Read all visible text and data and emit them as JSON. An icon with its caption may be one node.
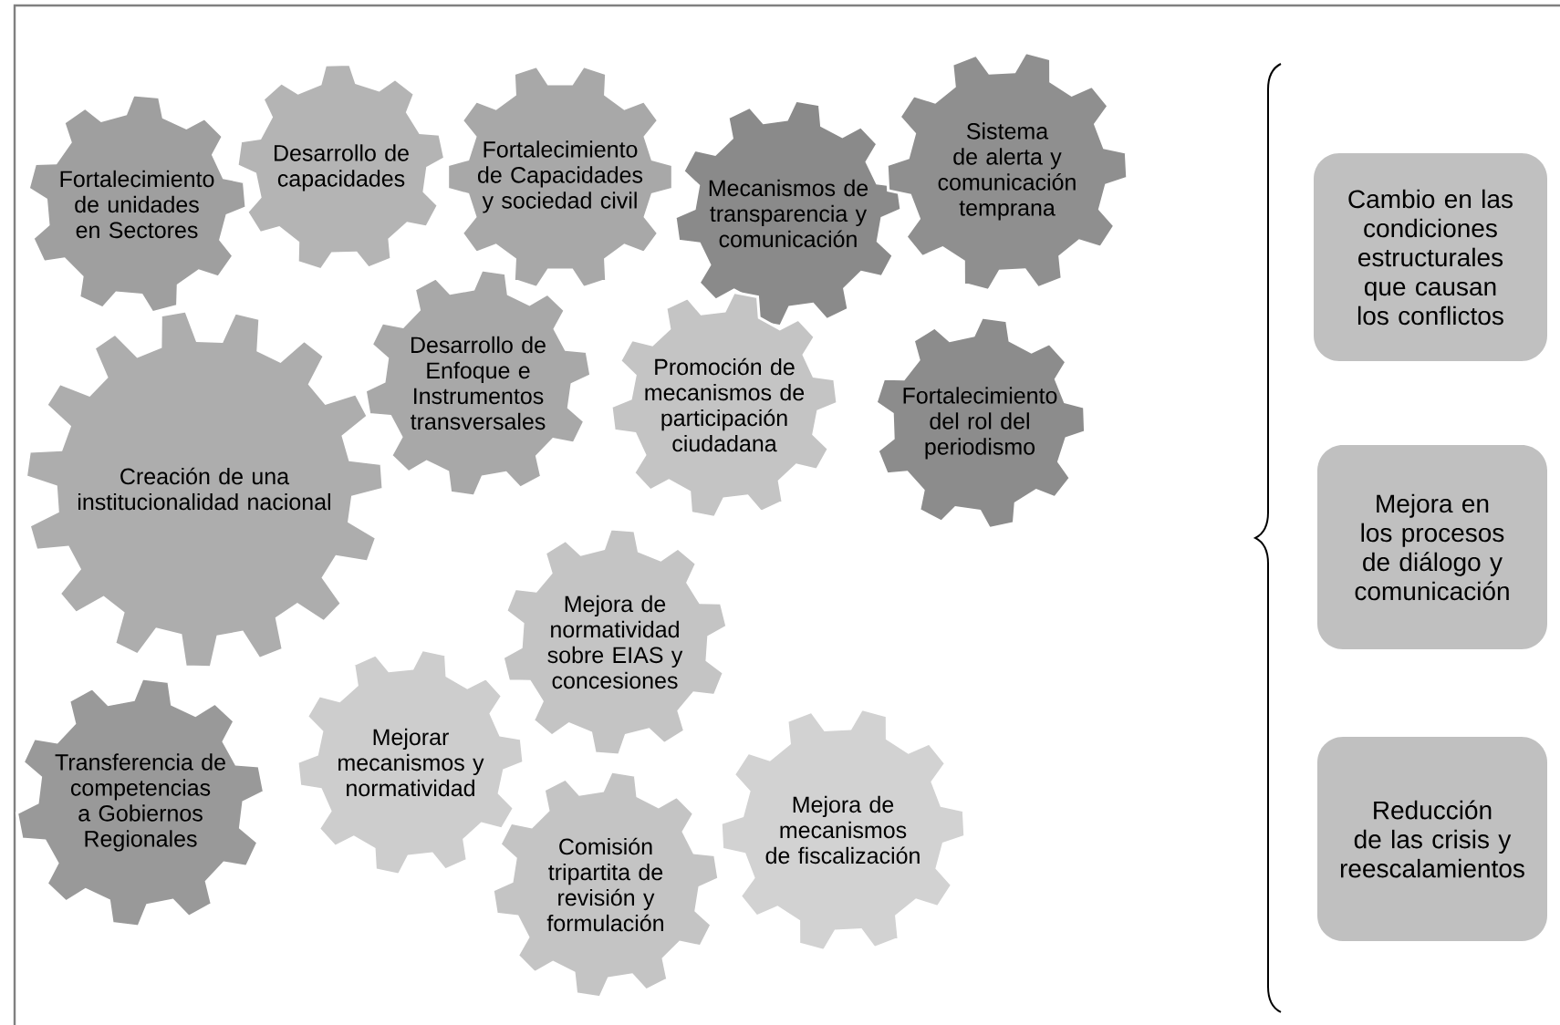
{
  "diagram": {
    "nodes": [
      {
        "text": [
          "Fortalecimiento de unidades en Sectores"
        ]
      },
      {
        "text": [
          "Desarrollo de capacidades"
        ]
      },
      {
        "text": [
          "Fortalecimiento de Capacidades y sociedad civil"
        ]
      },
      {
        "text": [
          "Mecanismos de transparencia y comunicación"
        ]
      },
      {
        "text": [
          "Sistema de alerta y comunicación temprana"
        ]
      },
      {
        "text": [
          "Desarrollo de Enfoque e Instrumentos transversales"
        ]
      },
      {
        "text": [
          "Creación de una institucionalidad nacional"
        ]
      },
      {
        "text": [
          "Promoción de mecanismos de participación ciudadana"
        ]
      },
      {
        "text": [
          "Fortalecimiento del rol del periodismo"
        ]
      },
      {
        "text": [
          "Mejora de normatividad sobre EIAS y concesiones"
        ]
      },
      {
        "text": [
          "Mejorar mecanismos y normatividad"
        ]
      },
      {
        "text": [
          "Transferencia de competencias a Gobiernos Regionales"
        ]
      },
      {
        "text": [
          "Comisión tripartita de revisión y formulación"
        ]
      },
      {
        "text": [
          "Mejora de mecanismos de fiscalización"
        ]
      },
      {
        "text": [
          "Cambio en las condiciones estructurales que causan los conflictos"
        ]
      },
      {
        "text": [
          "Mejora en los procesos de diálogo y comunicación"
        ]
      },
      {
        "text": [
          "Reducción de las crisis y reescalamientos"
        ]
      }
    ]
  }
}
